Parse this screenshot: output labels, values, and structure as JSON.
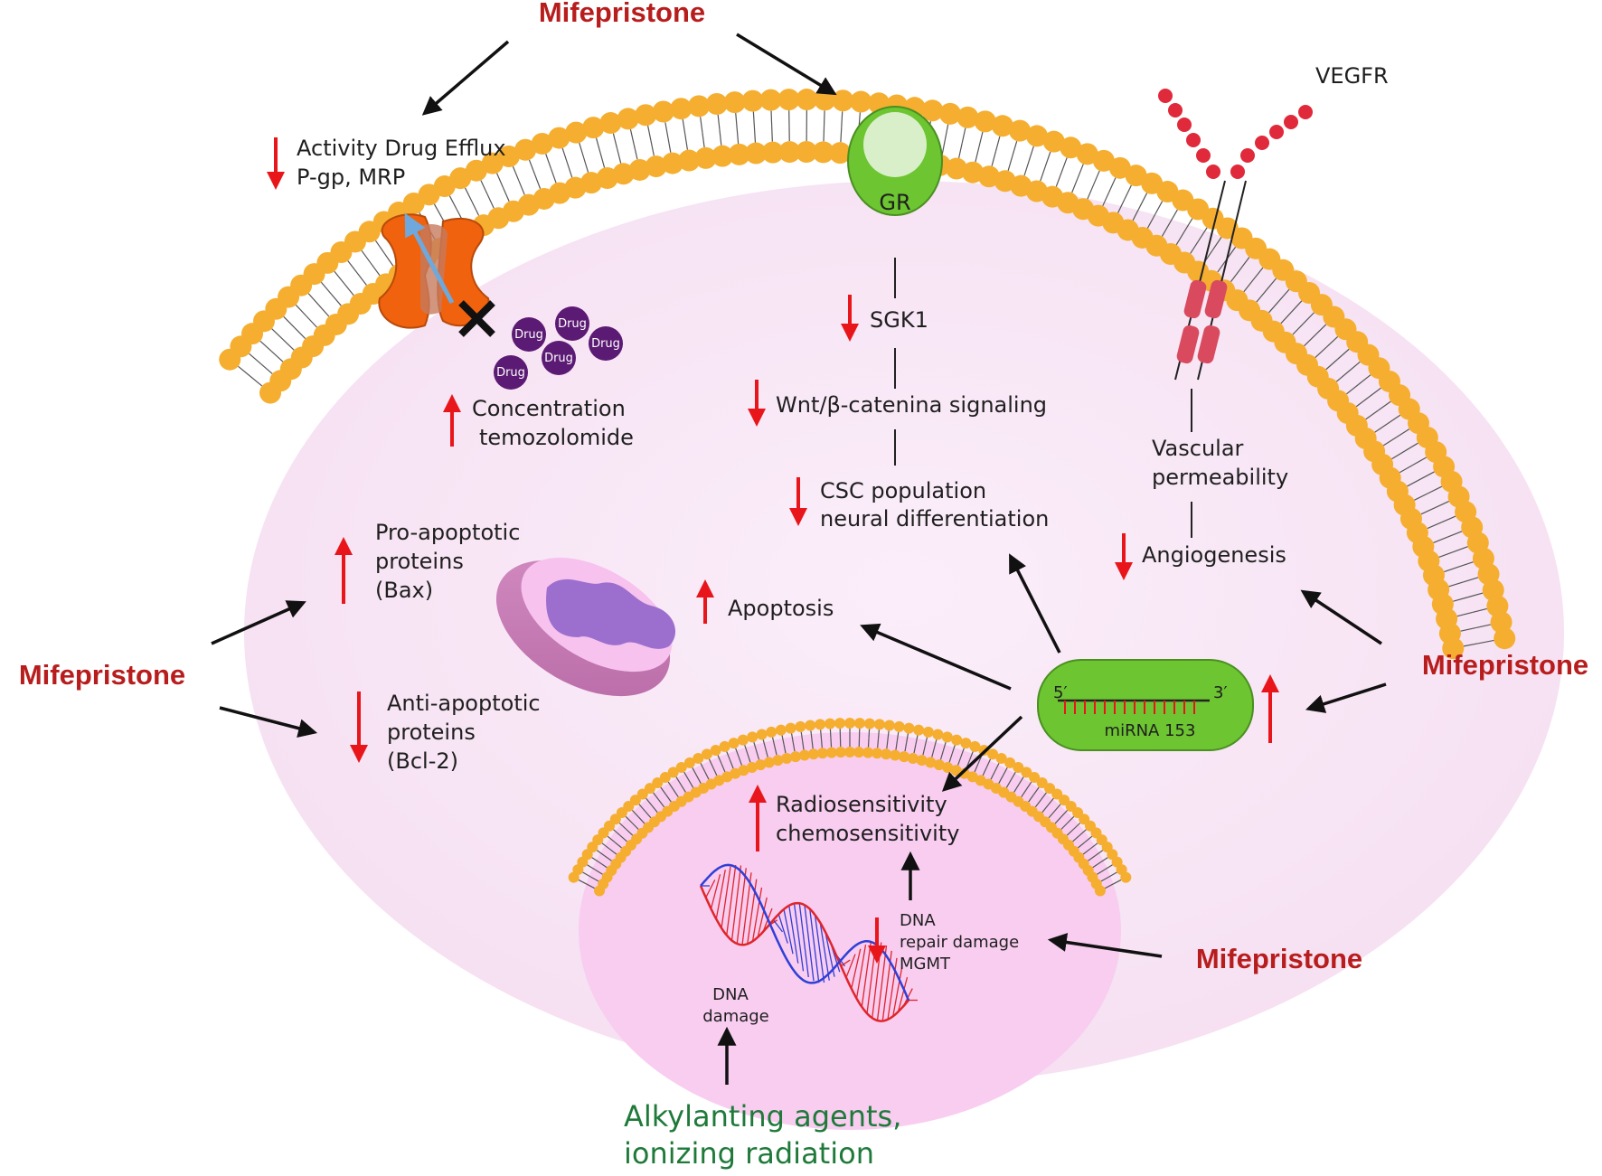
{
  "colors": {
    "mifepristone": "#b81d1d",
    "cell": "#f9e9f6",
    "nucleus": "#f6c8ef",
    "lipid_head": "#f5ae2f",
    "gr": "#6cc531",
    "mirna": "#6cc531",
    "up_arrow": "#e8161b",
    "down_arrow": "#e8161b",
    "pgp": "#f0620d",
    "vegfr": "#e0293a",
    "agents": "#1f7a3a"
  },
  "drug": {
    "top": "Mifepristone",
    "left": "Mifepristone",
    "right": "Mifepristone",
    "bottom_right": "Mifepristone"
  },
  "efflux": {
    "line1": "Activity Drug Efflux",
    "line2": "P-gp, MRP",
    "direction": "down"
  },
  "drug_molecules": [
    "Drug",
    "Drug",
    "Drug",
    "Drug",
    "Drug"
  ],
  "temozolomide": {
    "line1": "Concentration",
    "line2": "temozolomide",
    "direction": "up"
  },
  "gr": {
    "label": "GR"
  },
  "sgk1": {
    "label": "SGK1",
    "direction": "down"
  },
  "wnt": {
    "label": "Wnt/β-catenina signaling",
    "direction": "down"
  },
  "csc": {
    "line1": "CSC population",
    "line2": "neural differentiation",
    "direction": "down"
  },
  "vegfr": {
    "label": "VEGFR"
  },
  "vascular": {
    "line1": "Vascular",
    "line2": "permeability"
  },
  "angiogenesis": {
    "label": "Angiogenesis",
    "direction": "down"
  },
  "pro_apoptotic": {
    "line1": "Pro-apoptotic",
    "line2": "proteins",
    "line3": "(Bax)",
    "direction": "up"
  },
  "anti_apoptotic": {
    "line1": "Anti-apoptotic",
    "line2": "proteins",
    "line3": "(Bcl-2)",
    "direction": "down"
  },
  "apoptosis": {
    "label": "Apoptosis",
    "direction": "up"
  },
  "mirna": {
    "label": "miRNA 153",
    "five_prime": "5′",
    "three_prime": "3′",
    "direction": "up"
  },
  "radio": {
    "line1": "Radiosensitivity",
    "line2": "chemosensitivity",
    "direction": "up"
  },
  "dna_repair": {
    "line1": "DNA",
    "line2": "repair damage",
    "line3": "MGMT",
    "direction": "down"
  },
  "dna_damage": {
    "line1": "DNA",
    "line2": "damage"
  },
  "agents": {
    "line1": "Alkylanting agents,",
    "line2": "ionizing radiation"
  }
}
